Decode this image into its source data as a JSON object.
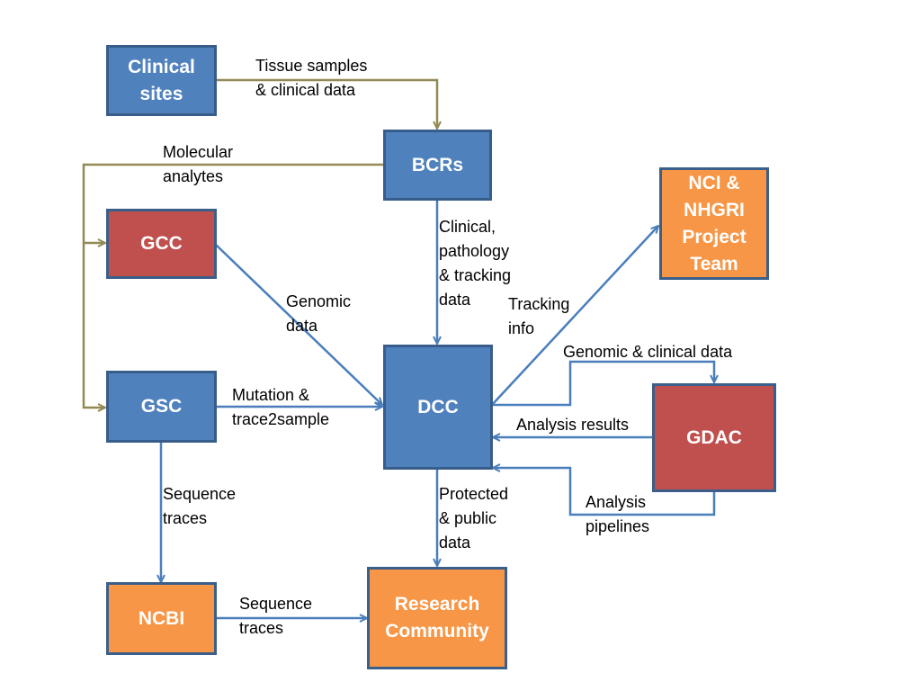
{
  "colors": {
    "blue_node": "#4f81bd",
    "red_node": "#c0504d",
    "orange_node": "#f79646",
    "node_border": "#385d8a",
    "olive_arrow": "#938953",
    "blue_arrow": "#4a7ebb"
  },
  "nodes": {
    "clinical_sites": "Clinical\nsites",
    "bcrs": "BCRs",
    "gcc": "GCC",
    "gsc": "GSC",
    "dcc": "DCC",
    "nci_nhgri": "NCI &\nNHGRI\nProject\nTeam",
    "gdac": "GDAC",
    "ncbi": "NCBI",
    "research_community": "Research\nCommunity"
  },
  "edge_labels": {
    "tissue_samples": "Tissue samples\n& clinical data",
    "molecular_analytes": "Molecular\nanalytes",
    "clinical_pathology": "Clinical,\npathology\n& tracking\ndata",
    "genomic_data": "Genomic\n   data",
    "tracking_info": "Tracking\ninfo",
    "genomic_clinical": "Genomic & clinical data",
    "mutation_trace": "Mutation  &\ntrace2sample",
    "analysis_results": "Analysis results",
    "sequence_traces_vertical": "Sequence\ntraces",
    "protected_public": "Protected\n& public\ndata",
    "analysis_pipelines": "Analysis\npipelines",
    "sequence_traces_horizontal": "Sequence\ntraces"
  }
}
